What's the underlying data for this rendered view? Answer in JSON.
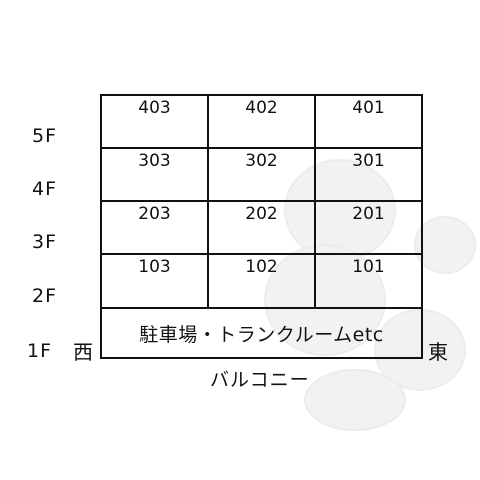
{
  "floors": {
    "f5": "5F",
    "f4": "4F",
    "f3": "3F",
    "f2": "2F",
    "f1": "1F"
  },
  "units": {
    "row4": [
      "403",
      "402",
      "401"
    ],
    "row3": [
      "303",
      "302",
      "301"
    ],
    "row2": [
      "203",
      "202",
      "201"
    ],
    "row1": [
      "103",
      "102",
      "101"
    ]
  },
  "ground_floor_text": "駐車場・トランクルームetc",
  "directions": {
    "west": "西",
    "east": "東"
  },
  "balcony_label": "バルコニー",
  "colors": {
    "line": "#111111",
    "background": "#ffffff",
    "watermark": "#f0f0f0"
  }
}
